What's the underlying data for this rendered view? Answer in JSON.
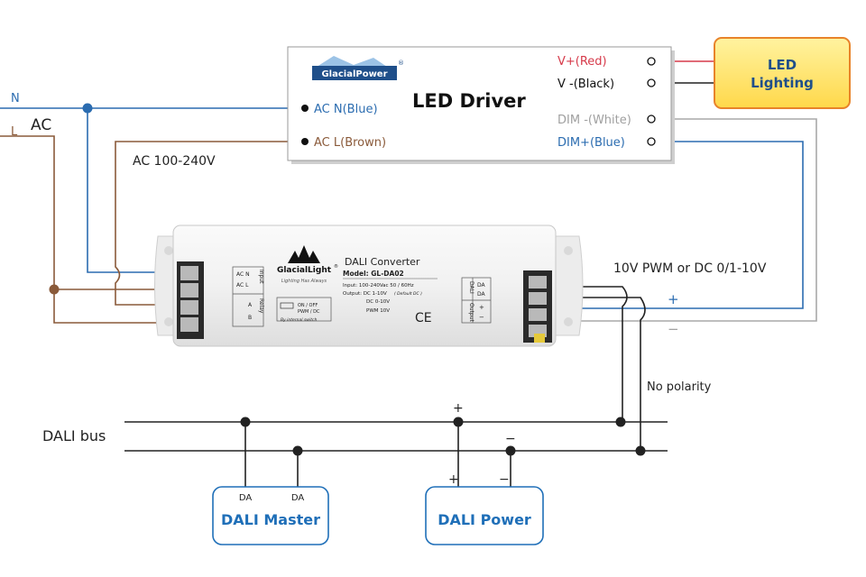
{
  "ac": {
    "n_label": "N",
    "l_label": "L",
    "ac_label": "AC",
    "range_label": "AC 100-240V"
  },
  "driver": {
    "brand": "GlacialPower",
    "brand_mark": "®",
    "title": "LED Driver",
    "ac_n": "AC N(Blue)",
    "ac_l": "AC L(Brown)",
    "v_plus": "V+(Red)",
    "v_minus": "V -(Black)",
    "dim_minus": "DIM -(White)",
    "dim_plus": "DIM+(Blue)"
  },
  "led": {
    "line1": "LED",
    "line2": "Lighting"
  },
  "converter": {
    "brand": "GlacialLight",
    "brand_mark": "®",
    "tagline": "Lighting Has Always",
    "title": "DALI Converter",
    "model": "Model: GL-DA02",
    "input": "Input: 100-240Vac  50 / 60Hz",
    "output": "Output: DC 1-10V",
    "output_note": "( Default DC )",
    "dc": "DC 0-10V",
    "pwm": "PWM 10V",
    "ce": "CE",
    "switch_on_off": "ON / OFF",
    "switch_pwm_dc": "PWM / DC",
    "switch_note": "By internal switch",
    "left_acn": "AC N",
    "left_acl": "AC L",
    "left_input": "Input",
    "left_a": "A",
    "left_b": "B",
    "left_relay": "Relay",
    "right_da1": "DA",
    "right_da2": "DA",
    "right_dali": "DALI",
    "right_plus": "+",
    "right_minus": "−",
    "right_output": "Output"
  },
  "output_note": {
    "signal": "10V PWM or DC 0/1-10V",
    "plus": "+",
    "minus": "−",
    "no_polarity": "No polarity"
  },
  "bus": {
    "label": "DALI bus",
    "plus": "+",
    "minus": "−"
  },
  "master": {
    "label": "DALI Master",
    "da1": "DA",
    "da2": "DA"
  },
  "power": {
    "label": "DALI Power",
    "plus": "+",
    "minus": "−"
  },
  "colors": {
    "blue": "#2b6cb0",
    "brown": "#8a5a3a",
    "red": "#d63a4a",
    "gray": "#a8a8a8",
    "accent": "#1f6fb8",
    "led_fill": "#ffe66d",
    "led_stroke": "#e8832a"
  }
}
